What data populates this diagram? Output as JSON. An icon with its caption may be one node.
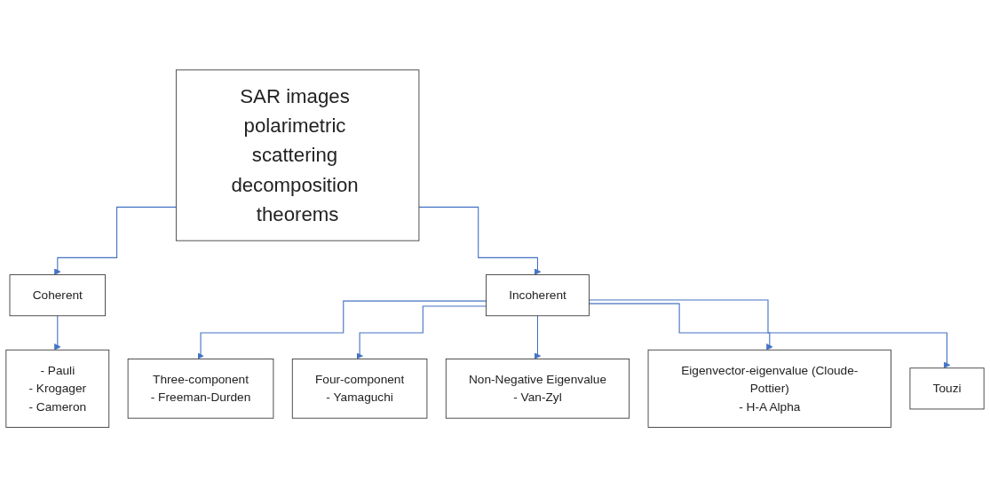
{
  "diagram": {
    "nodes": [
      {
        "text": [
          "SAR images polarimetric scattering decomposition theorems"
        ]
      },
      {
        "text": [
          "Coherent"
        ]
      },
      {
        "text": [
          "Incoherent"
        ]
      },
      {
        "text": [
          "- Pauli",
          "- Krogager",
          "- Cameron"
        ]
      },
      {
        "text": [
          "Three-component",
          "- Freeman-Durden"
        ]
      },
      {
        "text": [
          "Four-component",
          "- Yamaguchi"
        ]
      },
      {
        "text": [
          "Non-Negative Eigenvalue",
          "- Van-Zyl"
        ]
      },
      {
        "text": [
          "Eigenvector-eigenvalue (Cloude-Pottier)",
          "- H-A Alpha"
        ]
      },
      {
        "text": [
          "Touzi"
        ]
      }
    ],
    "edges": [
      {
        "from": 0,
        "to": 1,
        "arrow": "to"
      },
      {
        "from": 0,
        "to": 2,
        "arrow": "to"
      },
      {
        "from": 1,
        "to": 3,
        "arrow": "to"
      },
      {
        "from": 2,
        "to": 4,
        "arrow": "to"
      },
      {
        "from": 2,
        "to": 5,
        "arrow": "to"
      },
      {
        "from": 2,
        "to": 6,
        "arrow": "to"
      },
      {
        "from": 2,
        "to": 7,
        "arrow": "to"
      },
      {
        "from": 2,
        "to": 8,
        "arrow": "to"
      }
    ]
  }
}
